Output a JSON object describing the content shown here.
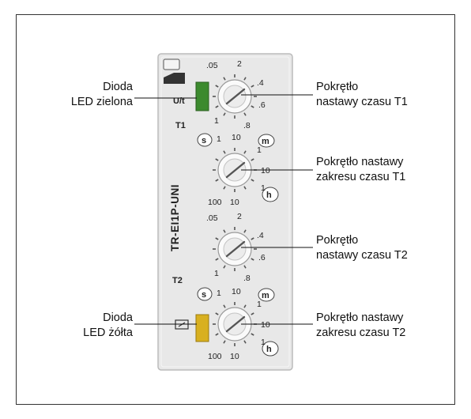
{
  "device": {
    "model": "TR-EI1P-UNI",
    "ut_label": "U/t",
    "t1_label": "T1",
    "t2_label": "T2",
    "time_scale": {
      "top_left": ".05",
      "top_mid": "2",
      "right_upper": ".4",
      "right_lower": ".6",
      "bottom_left": "1",
      "bottom_right": ".8"
    },
    "range_scale": {
      "s": "s",
      "m": "m",
      "h": "h",
      "top_left": "1",
      "top_right": "10",
      "right_upper": "1",
      "right_mid": "10",
      "right_lower": "1",
      "bottom_left": "100",
      "bottom_right": "10"
    },
    "colors": {
      "led_green": "#3c8a2e",
      "led_yellow": "#d8b020",
      "housing": "#e8e8e8"
    }
  },
  "labels": {
    "led_green": [
      "Dioda",
      "LED zielona"
    ],
    "led_yellow": [
      "Dioda",
      "LED żółta"
    ],
    "knob_t1_time": [
      "Pokrętło",
      "nastawy czasu T1"
    ],
    "knob_t1_range": [
      "Pokrętło nastawy",
      "zakresu czasu T1"
    ],
    "knob_t2_time": [
      "Pokrętło",
      "nastawy czasu T2"
    ],
    "knob_t2_range": [
      "Pokrętło nastawy",
      "zakresu czasu T2"
    ]
  }
}
